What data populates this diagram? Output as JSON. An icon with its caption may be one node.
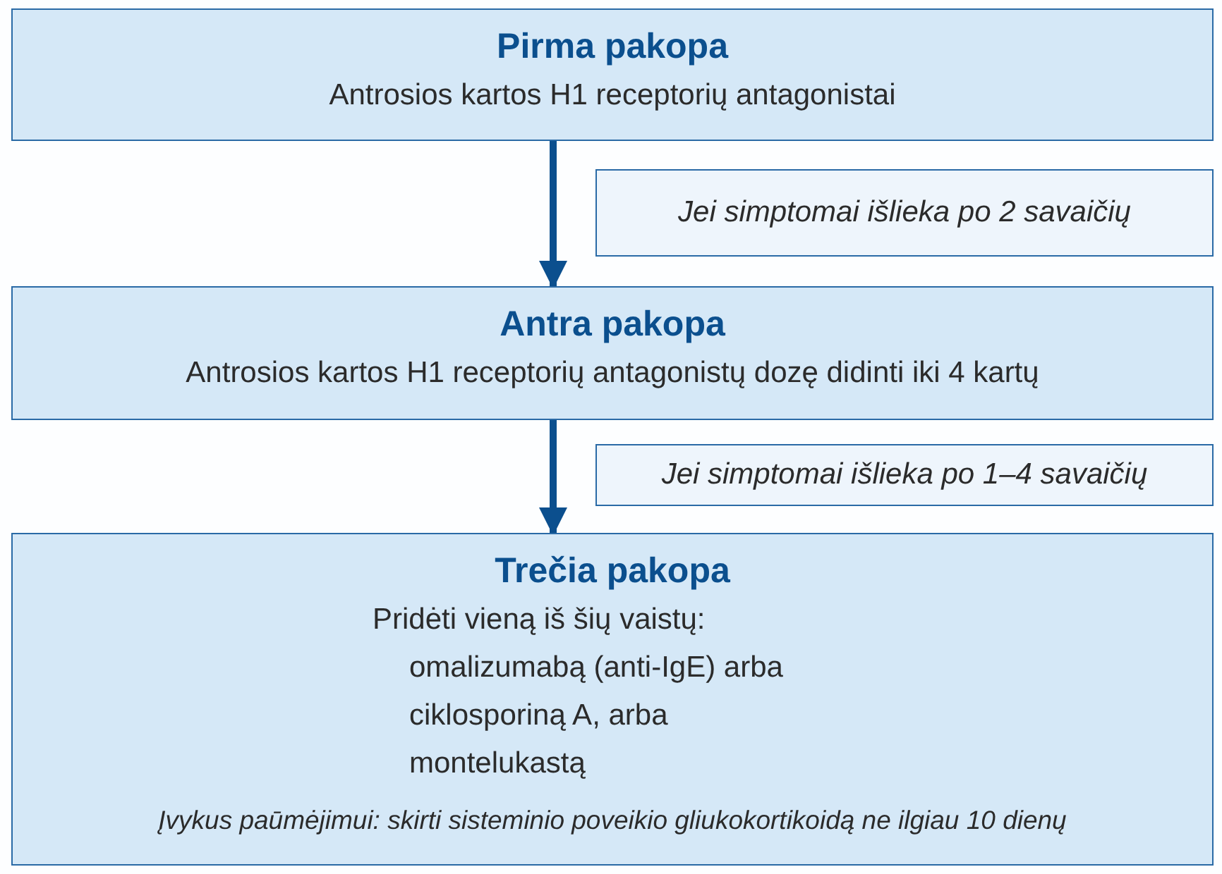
{
  "diagram": {
    "nodes": [
      {
        "text": [
          "Pirma pakopa",
          "Antrosios kartos H1 receptorių antagonistai"
        ]
      },
      {
        "text": [
          "Jei simptomai išlieka po 2 savaičių"
        ]
      },
      {
        "text": [
          "Antra pakopa",
          "Antrosios kartos H1 receptorių antagonistų dozę didinti iki 4 kartų"
        ]
      },
      {
        "text": [
          "Jei simptomai išlieka po 1–4 savaičių"
        ]
      },
      {
        "text": [
          "Trečia pakopa",
          "Pridėti vieną iš šių vaistų:",
          "omalizumabą (anti-IgE) arba",
          "ciklosporiną A, arba",
          "montelukastą",
          "Įvykus paūmėjimui: skirti sisteminio poveikio gliukokortikoidą ne ilgiau 10 dienų"
        ]
      }
    ],
    "edges": [
      {
        "from": 0,
        "to": 2,
        "arrow": "to"
      },
      {
        "from": 2,
        "to": 4,
        "arrow": "to"
      }
    ]
  }
}
